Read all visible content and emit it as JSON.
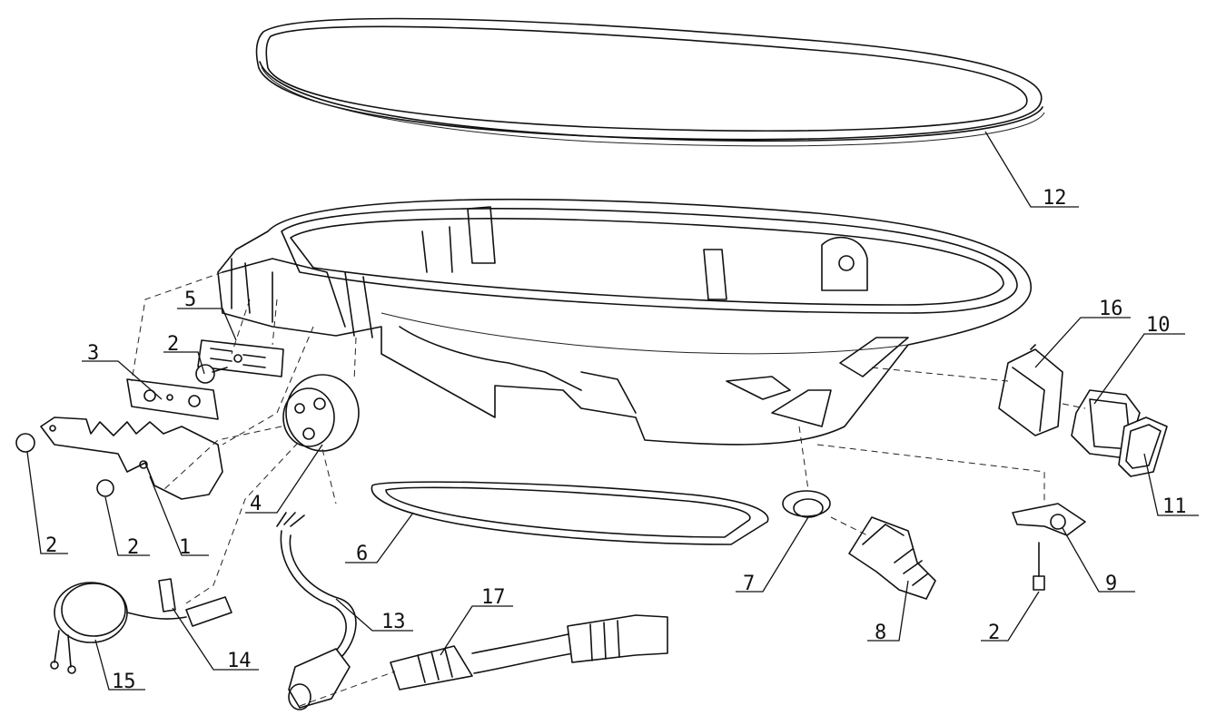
{
  "callouts": [
    {
      "label": "1"
    },
    {
      "label": "2"
    },
    {
      "label": "2"
    },
    {
      "label": "2"
    },
    {
      "label": "2"
    },
    {
      "label": "3"
    },
    {
      "label": "4"
    },
    {
      "label": "5"
    },
    {
      "label": "6"
    },
    {
      "label": "7"
    },
    {
      "label": "8"
    },
    {
      "label": "9"
    },
    {
      "label": "10"
    },
    {
      "label": "11"
    },
    {
      "label": "12"
    },
    {
      "label": "13"
    },
    {
      "label": "14"
    },
    {
      "label": "15"
    },
    {
      "label": "16"
    },
    {
      "label": "17"
    }
  ]
}
